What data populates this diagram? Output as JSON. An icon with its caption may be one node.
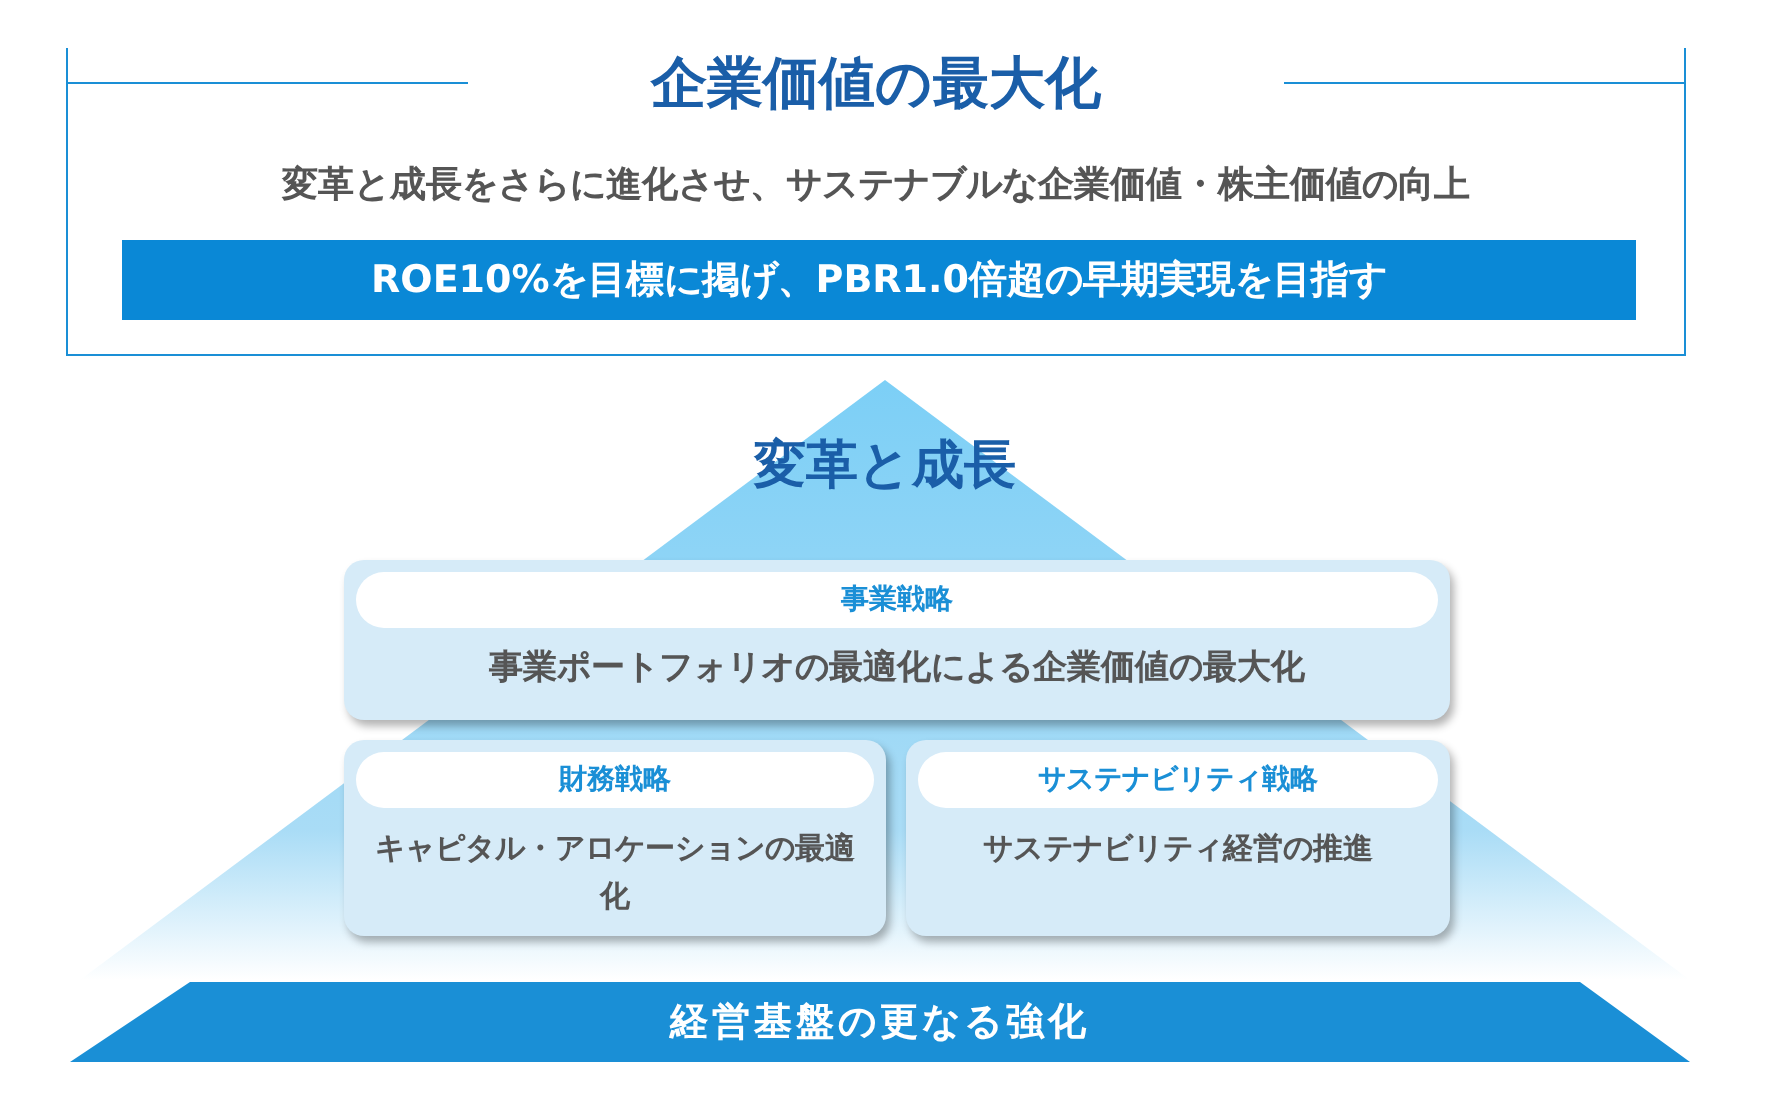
{
  "diagram": {
    "nodes": [
      {
        "text": [
          "企業価値の最大化",
          "変革と成長をさらに進化させ、サステナブルな企業価値・株主価値の向上"
        ]
      },
      {
        "text": [
          "ROE10%を目標に掲げ、PBR1.0倍超の早期実現を目指す"
        ],
        "in": 0
      },
      {
        "text": [
          "変革と成長"
        ]
      },
      {
        "text": [
          "事業戦略",
          "事業ポートフォリオの最適化による企業価値の最大化"
        ],
        "in": 2
      },
      {
        "text": [
          "財務戦略",
          "キャピタル・アロケーションの最適化"
        ],
        "in": 2
      },
      {
        "text": [
          "サステナビリティ戦略",
          "サステナビリティ経営の推進"
        ],
        "in": 2
      },
      {
        "text": [
          "経営基盤の更なる強化"
        ]
      }
    ],
    "edges": []
  }
}
